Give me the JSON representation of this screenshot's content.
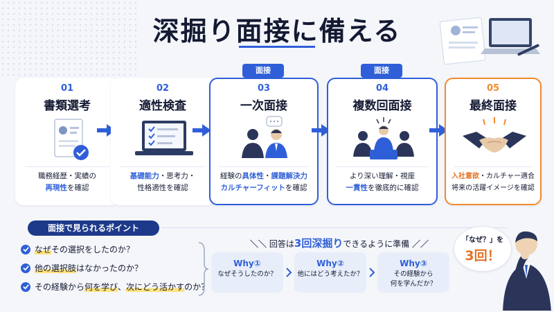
{
  "title": "深掘り面接に備える",
  "steps": [
    {
      "num": "01",
      "name": "書類選考",
      "desc1": "職務経歴・実績の",
      "desc2_hl": "再現性",
      "desc2": "を確認"
    },
    {
      "num": "02",
      "name": "適性検査",
      "desc1_hl": "基礎能力",
      "desc1": "・思考力・",
      "desc2": "性格適性を確認"
    },
    {
      "num": "03",
      "name": "一次面接",
      "tag": "面接",
      "desc1a": "経験の",
      "desc1_hl1": "具体性",
      "desc1b": "・",
      "desc1_hl2": "課題解決力",
      "desc2_hl": "カルチャーフィット",
      "desc2": "を確認"
    },
    {
      "num": "04",
      "name": "複数回面接",
      "tag": "面接",
      "desc1": "より深い理解・視座",
      "desc2_hl": "一貫性",
      "desc2": "を徹底的に確認"
    },
    {
      "num": "05",
      "name": "最終面接",
      "desc1_hl": "入社意欲",
      "desc1": "・カルチャー適合",
      "desc2": "将来の活躍イメージを確認"
    }
  ],
  "points": {
    "title": "面接で見られるポイント",
    "items": [
      {
        "hl": "なぜ",
        "rest": "その選択をしたのか？"
      },
      {
        "hl": "他の選択肢",
        "rest": "はなかったのか？"
      },
      {
        "pre": "その経験から",
        "hl": "何を学び",
        "mid": "、",
        "hl2": "次にどう活かす",
        "rest": "のか？"
      }
    ]
  },
  "why": {
    "head_pre": "回答は",
    "head_hl": "3回深掘り",
    "head_post": "できるように準備",
    "slash_left": "＼＼",
    "slash_right": "／／",
    "items": [
      {
        "label": "Why①",
        "text1": "なぜそうしたのか？",
        "text2": ""
      },
      {
        "label": "Why②",
        "text1": "他にはどう考えたか？",
        "text2": ""
      },
      {
        "label": "Why③",
        "text1": "その経験から",
        "text2": "何を学んだか？"
      }
    ]
  },
  "bubble": {
    "line1": "「なぜ？」を",
    "line2": "3回！"
  },
  "colors": {
    "accent": "#2f5fd8",
    "final": "#f28a2e",
    "navy": "#1d3a8a"
  }
}
